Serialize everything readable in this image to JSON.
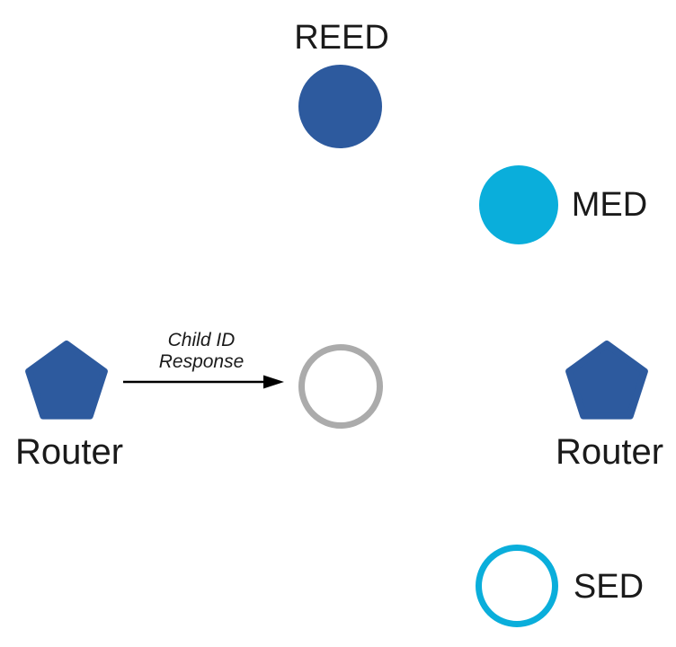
{
  "colors": {
    "router_blue": "#2D5A9E",
    "device_cyan": "#0AAEDB",
    "inactive_gray": "#ABABAB",
    "arrow_black": "#000000",
    "label_text": "#1A1A1A"
  },
  "nodes": {
    "reed": {
      "label": "REED",
      "shape": "filled-circle"
    },
    "med": {
      "label": "MED",
      "shape": "filled-circle"
    },
    "joining_device": {
      "label": "",
      "shape": "outline-circle"
    },
    "router_left": {
      "label": "Router",
      "shape": "pentagon"
    },
    "router_right": {
      "label": "Router",
      "shape": "pentagon"
    },
    "sed": {
      "label": "SED",
      "shape": "outline-circle"
    }
  },
  "message": {
    "line1": "Child ID",
    "line2": "Response"
  }
}
